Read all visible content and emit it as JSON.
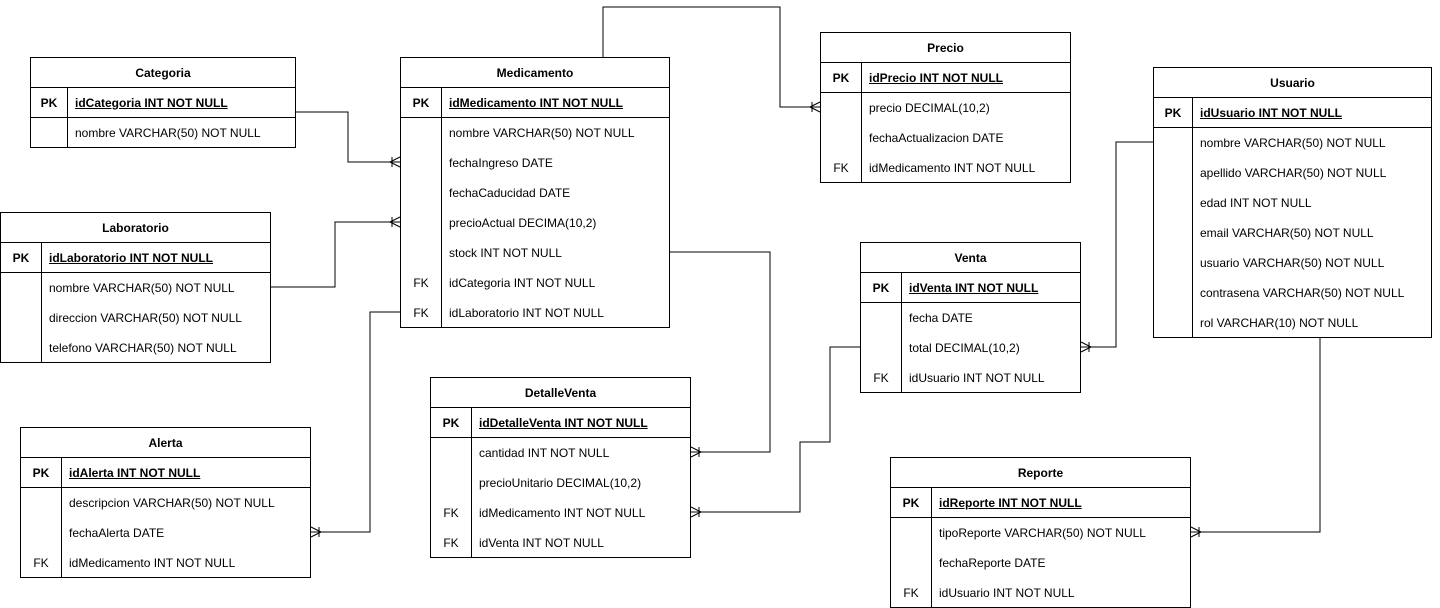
{
  "entities": [
    {
      "id": "categoria",
      "name": "Categoria",
      "pk": {
        "key": "PK",
        "field": "idCategoria INT NOT NULL"
      },
      "fields": [
        {
          "key": "",
          "field": "nombre VARCHAR(50) NOT NULL"
        }
      ]
    },
    {
      "id": "laboratorio",
      "name": "Laboratorio",
      "pk": {
        "key": "PK",
        "field": "idLaboratorio INT NOT NULL"
      },
      "fields": [
        {
          "key": "",
          "field": "nombre VARCHAR(50) NOT NULL"
        },
        {
          "key": "",
          "field": "direccion VARCHAR(50) NOT NULL"
        },
        {
          "key": "",
          "field": "telefono VARCHAR(50) NOT NULL"
        }
      ]
    },
    {
      "id": "alerta",
      "name": "Alerta",
      "pk": {
        "key": "PK",
        "field": "idAlerta INT NOT NULL"
      },
      "fields": [
        {
          "key": "",
          "field": "descripcion VARCHAR(50) NOT NULL"
        },
        {
          "key": "",
          "field": "fechaAlerta DATE"
        },
        {
          "key": "FK",
          "field": "idMedicamento INT NOT NULL"
        }
      ]
    },
    {
      "id": "medicamento",
      "name": "Medicamento",
      "pk": {
        "key": "PK",
        "field": "idMedicamento INT NOT NULL"
      },
      "fields": [
        {
          "key": "",
          "field": "nombre VARCHAR(50) NOT NULL"
        },
        {
          "key": "",
          "field": "fechaIngreso DATE"
        },
        {
          "key": "",
          "field": "fechaCaducidad DATE"
        },
        {
          "key": "",
          "field": "precioActual DECIMA(10,2)"
        },
        {
          "key": "",
          "field": "stock INT NOT NULL"
        },
        {
          "key": "FK",
          "field": "idCategoria INT NOT NULL"
        },
        {
          "key": "FK",
          "field": "idLaboratorio INT NOT NULL"
        }
      ]
    },
    {
      "id": "detalleventa",
      "name": "DetalleVenta",
      "pk": {
        "key": "PK",
        "field": "idDetalleVenta INT NOT NULL"
      },
      "fields": [
        {
          "key": "",
          "field": "cantidad INT NOT NULL"
        },
        {
          "key": "",
          "field": "precioUnitario DECIMAL(10,2)"
        },
        {
          "key": "FK",
          "field": "idMedicamento INT NOT NULL"
        },
        {
          "key": "FK",
          "field": "idVenta INT NOT NULL"
        }
      ]
    },
    {
      "id": "precio",
      "name": "Precio",
      "pk": {
        "key": "PK",
        "field": "idPrecio INT NOT NULL"
      },
      "fields": [
        {
          "key": "",
          "field": "precio DECIMAL(10,2)"
        },
        {
          "key": "",
          "field": "fechaActualizacion DATE"
        },
        {
          "key": "FK",
          "field": "idMedicamento INT NOT NULL"
        }
      ]
    },
    {
      "id": "venta",
      "name": "Venta",
      "pk": {
        "key": "PK",
        "field": "idVenta INT NOT NULL"
      },
      "fields": [
        {
          "key": "",
          "field": "fecha DATE"
        },
        {
          "key": "",
          "field": "total DECIMAL(10,2)"
        },
        {
          "key": "FK",
          "field": "idUsuario INT NOT NULL"
        }
      ]
    },
    {
      "id": "reporte",
      "name": "Reporte",
      "pk": {
        "key": "PK",
        "field": "idReporte INT NOT NULL"
      },
      "fields": [
        {
          "key": "",
          "field": "tipoReporte VARCHAR(50) NOT NULL"
        },
        {
          "key": "",
          "field": "fechaReporte DATE"
        },
        {
          "key": "FK",
          "field": "idUsuario INT NOT NULL"
        }
      ]
    },
    {
      "id": "usuario",
      "name": "Usuario",
      "pk": {
        "key": "PK",
        "field": "idUsuario INT NOT NULL"
      },
      "fields": [
        {
          "key": "",
          "field": "nombre VARCHAR(50) NOT NULL"
        },
        {
          "key": "",
          "field": "apellido VARCHAR(50) NOT NULL"
        },
        {
          "key": "",
          "field": "edad INT NOT NULL"
        },
        {
          "key": "",
          "field": "email VARCHAR(50) NOT NULL"
        },
        {
          "key": "",
          "field": "usuario VARCHAR(50) NOT NULL"
        },
        {
          "key": "",
          "field": "contrasena VARCHAR(50) NOT NULL"
        },
        {
          "key": "",
          "field": "rol VARCHAR(10) NOT NULL"
        }
      ]
    }
  ],
  "relationships": [
    {
      "from": "categoria",
      "to": "medicamento",
      "cardinality": "one-to-many"
    },
    {
      "from": "laboratorio",
      "to": "medicamento",
      "cardinality": "one-to-many"
    },
    {
      "from": "medicamento",
      "to": "alerta",
      "cardinality": "one-to-many"
    },
    {
      "from": "medicamento",
      "to": "precio",
      "cardinality": "one-to-many"
    },
    {
      "from": "medicamento",
      "to": "detalleventa",
      "cardinality": "one-to-many"
    },
    {
      "from": "venta",
      "to": "detalleventa",
      "cardinality": "one-to-many"
    },
    {
      "from": "usuario",
      "to": "venta",
      "cardinality": "one-to-many"
    },
    {
      "from": "usuario",
      "to": "reporte",
      "cardinality": "one-to-many"
    }
  ]
}
